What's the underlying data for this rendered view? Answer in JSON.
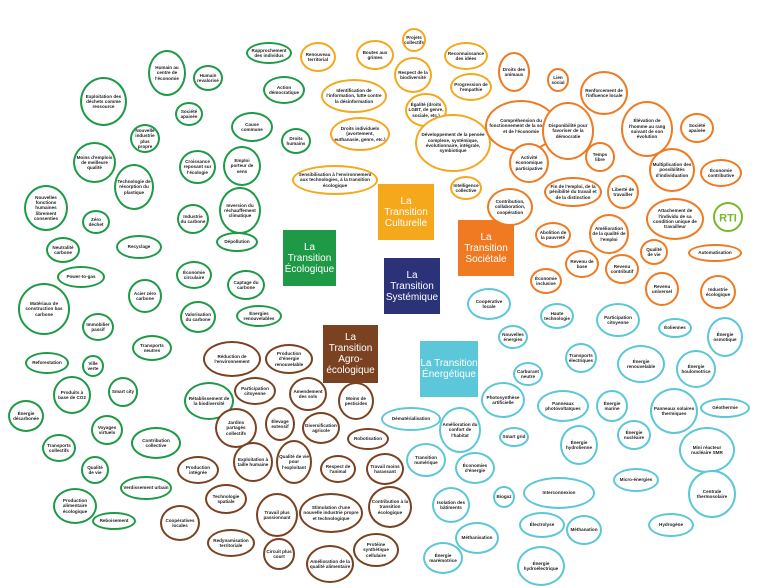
{
  "colors": {
    "ecologique": "#1e9a47",
    "culturelle": "#f5a81c",
    "societale": "#ef7a22",
    "systemique": "#2b3278",
    "agro": "#7a4221",
    "energetique": "#5cc7d8"
  },
  "categories": {
    "ecologique": "La Transition Écologique",
    "culturelle": "La Transition Culturelle",
    "societale": "La Transition Sociétale",
    "systemique": "La Transition Systémique",
    "agro": "La Transition Agro-écologique",
    "energetique": "La Transition Énergétique"
  },
  "logo": {
    "icon": "rti-logo",
    "text": "RTI"
  },
  "bubbles": [
    {
      "label": "Humain au centre de l'économie",
      "group": "ecologique"
    },
    {
      "label": "Humain revalorisé",
      "group": "ecologique"
    },
    {
      "label": "Exploitation des déchets comme ressource",
      "group": "ecologique"
    },
    {
      "label": "Société apaisée",
      "group": "ecologique"
    },
    {
      "label": "Nouvelle industrie plus propre",
      "group": "ecologique"
    },
    {
      "label": "Moins d'emplois de meilleure qualité",
      "group": "ecologique"
    },
    {
      "label": "Technologie de résorption du plastique",
      "group": "ecologique"
    },
    {
      "label": "Croissance reposant sur l'écologie",
      "group": "ecologique"
    },
    {
      "label": "Nouvelles fonctions humaines librement consenties",
      "group": "ecologique"
    },
    {
      "label": "Zéro déchet",
      "group": "ecologique"
    },
    {
      "label": "Industrie du carbone",
      "group": "ecologique"
    },
    {
      "label": "Inversion du réchauffement climatique",
      "group": "ecologique"
    },
    {
      "label": "Neutralité carbone",
      "group": "ecologique"
    },
    {
      "label": "Recyclage",
      "group": "ecologique"
    },
    {
      "label": "Dépollution",
      "group": "ecologique"
    },
    {
      "label": "Power-to-gas",
      "group": "ecologique"
    },
    {
      "label": "Économie circulaire",
      "group": "ecologique"
    },
    {
      "label": "Captage du carbone",
      "group": "ecologique"
    },
    {
      "label": "Matériaux de construction bas carbone",
      "group": "ecologique"
    },
    {
      "label": "Acier zéro carbone",
      "group": "ecologique"
    },
    {
      "label": "Immobilier passif",
      "group": "ecologique"
    },
    {
      "label": "Valorisation du carbone",
      "group": "ecologique"
    },
    {
      "label": "Énergies renouvelables",
      "group": "ecologique"
    },
    {
      "label": "Transports neutres",
      "group": "ecologique"
    },
    {
      "label": "Reforestation",
      "group": "ecologique"
    },
    {
      "label": "Ville verte",
      "group": "ecologique"
    },
    {
      "label": "Produits à base de CO2",
      "group": "ecologique"
    },
    {
      "label": "Smart city",
      "group": "ecologique"
    },
    {
      "label": "Rétablissement de la biodiversité",
      "group": "ecologique"
    },
    {
      "label": "Énergie décarbonée",
      "group": "ecologique"
    },
    {
      "label": "Voyages virtuels",
      "group": "ecologique"
    },
    {
      "label": "Transports collectifs",
      "group": "ecologique"
    },
    {
      "label": "Contribution collective",
      "group": "ecologique"
    },
    {
      "label": "Qualité de vie",
      "group": "ecologique"
    },
    {
      "label": "Verdissement urbain",
      "group": "ecologique"
    },
    {
      "label": "Production alimentaire écologique",
      "group": "ecologique"
    },
    {
      "label": "Reboisement",
      "group": "ecologique"
    },
    {
      "label": "Rapprochement des individus",
      "group": "ecologique"
    },
    {
      "label": "Action démocratique",
      "group": "ecologique"
    },
    {
      "label": "Cause commune",
      "group": "ecologique"
    },
    {
      "label": "Droits humains",
      "group": "ecologique"
    },
    {
      "label": "Emploi porteur de sens",
      "group": "ecologique"
    },
    {
      "label": "Renouveau territorial",
      "group": "culturelle"
    },
    {
      "label": "Boutes aux grimes",
      "group": "culturelle"
    },
    {
      "label": "Projets collectifs",
      "group": "culturelle"
    },
    {
      "label": "Reconnaissance des idées",
      "group": "culturelle"
    },
    {
      "label": "Respect de la biodiversité",
      "group": "culturelle"
    },
    {
      "label": "Identification de l'information, lutte contre la désinformation",
      "group": "culturelle"
    },
    {
      "label": "Progression de l'empathie",
      "group": "culturelle"
    },
    {
      "label": "Égalité (droits LGBT, de genre, sociale, etc.)",
      "group": "culturelle"
    },
    {
      "label": "Droits individuels (avortement, euthanasie, genre, etc.)",
      "group": "culturelle"
    },
    {
      "label": "Développement de la pensée complexe, systémique, évolutionnaire, intégrale, symbiotique",
      "group": "culturelle"
    },
    {
      "label": "Sensibilisation à l'environnement aux technologies, à la transition écologique",
      "group": "culturelle"
    },
    {
      "label": "Intelligence collective",
      "group": "culturelle"
    },
    {
      "label": "Droits des animaux",
      "group": "societale"
    },
    {
      "label": "Lien social",
      "group": "societale"
    },
    {
      "label": "Renforcement de l'influence locale",
      "group": "societale"
    },
    {
      "label": "Compréhension du fonctionnement de la société et de l'économie",
      "group": "societale"
    },
    {
      "label": "Disponibilité pour favoriser de la démocratie",
      "group": "societale"
    },
    {
      "label": "Élévation de l'homme au rang suivant de son évolution",
      "group": "societale"
    },
    {
      "label": "Société apaisée",
      "group": "societale"
    },
    {
      "label": "Activité économique participative",
      "group": "societale"
    },
    {
      "label": "Temps libre",
      "group": "societale"
    },
    {
      "label": "Multiplication des possibilités d'individuation",
      "group": "societale"
    },
    {
      "label": "Économie contributive",
      "group": "societale"
    },
    {
      "label": "Fin de l'emploi, de la pénibilité du travail et de la distinction",
      "group": "societale"
    },
    {
      "label": "Liberté de travailler",
      "group": "societale"
    },
    {
      "label": "Contribution, collaboration, coopération",
      "group": "societale"
    },
    {
      "label": "Attachement de l'individu de sa condition unique de travailleur",
      "group": "societale"
    },
    {
      "label": "Abolition de la pauvreté",
      "group": "societale"
    },
    {
      "label": "Amélioration de la qualité de l'emploi",
      "group": "societale"
    },
    {
      "label": "Qualité de vie",
      "group": "societale"
    },
    {
      "label": "Automatisation",
      "group": "societale"
    },
    {
      "label": "Revenu de base",
      "group": "societale"
    },
    {
      "label": "Revenu contributif",
      "group": "societale"
    },
    {
      "label": "Économie inclusive",
      "group": "societale"
    },
    {
      "label": "Revenu universel",
      "group": "societale"
    },
    {
      "label": "Industrie écologique",
      "group": "societale"
    },
    {
      "label": "Coopérative locale",
      "group": "energetique"
    },
    {
      "label": "Haute technologie",
      "group": "energetique"
    },
    {
      "label": "Participation citoyenne",
      "group": "energetique"
    },
    {
      "label": "Éoliennes",
      "group": "energetique"
    },
    {
      "label": "Énergie osmotique",
      "group": "energetique"
    },
    {
      "label": "Nouvelles énergies",
      "group": "energetique"
    },
    {
      "label": "Transports électriques",
      "group": "energetique"
    },
    {
      "label": "Énergie renouvelable",
      "group": "energetique"
    },
    {
      "label": "Énergie houlomotrice",
      "group": "energetique"
    },
    {
      "label": "Carburant neutre",
      "group": "energetique"
    },
    {
      "label": "Photosynthèse artificielle",
      "group": "energetique"
    },
    {
      "label": "Panneaux photovoltaïques",
      "group": "energetique"
    },
    {
      "label": "Énergie marine",
      "group": "energetique"
    },
    {
      "label": "Panneaux solaires thermiques",
      "group": "energetique"
    },
    {
      "label": "Géothermie",
      "group": "energetique"
    },
    {
      "label": "Dématérialisation",
      "group": "energetique"
    },
    {
      "label": "Amélioration du confort de l'habitat",
      "group": "energetique"
    },
    {
      "label": "Smart grid",
      "group": "energetique"
    },
    {
      "label": "Énergie hydrolienne",
      "group": "energetique"
    },
    {
      "label": "Énergie nucléaire",
      "group": "energetique"
    },
    {
      "label": "Mini réacteur nucléaire SMR",
      "group": "energetique"
    },
    {
      "label": "Transition numérique",
      "group": "energetique"
    },
    {
      "label": "Économies d'énergie",
      "group": "energetique"
    },
    {
      "label": "Interconnexion",
      "group": "energetique"
    },
    {
      "label": "Micro-énergies",
      "group": "energetique"
    },
    {
      "label": "Centrale thermosolaire",
      "group": "energetique"
    },
    {
      "label": "Isolation des bâtiments",
      "group": "energetique"
    },
    {
      "label": "Biogaz",
      "group": "energetique"
    },
    {
      "label": "Électrolyse",
      "group": "energetique"
    },
    {
      "label": "Méthanisation",
      "group": "energetique"
    },
    {
      "label": "Méthanation",
      "group": "energetique"
    },
    {
      "label": "Hydrogène",
      "group": "energetique"
    },
    {
      "label": "Énergie marémotrice",
      "group": "energetique"
    },
    {
      "label": "Énergie hydroélectrique",
      "group": "energetique"
    },
    {
      "label": "Production d'énergie renouvelable",
      "group": "agro"
    },
    {
      "label": "Réduction de l'environnement",
      "group": "agro"
    },
    {
      "label": "Participation citoyenne",
      "group": "agro"
    },
    {
      "label": "Amendement des sols",
      "group": "agro"
    },
    {
      "label": "Moins de pesticides",
      "group": "agro"
    },
    {
      "label": "Jardins partagés collectifs",
      "group": "agro"
    },
    {
      "label": "Élevage extensif",
      "group": "agro"
    },
    {
      "label": "Diversification agricole",
      "group": "agro"
    },
    {
      "label": "Robotisation",
      "group": "agro"
    },
    {
      "label": "Exploitation à taille humaine",
      "group": "agro"
    },
    {
      "label": "Qualité de vie pour l'exploitant",
      "group": "agro"
    },
    {
      "label": "Respect de l'animal",
      "group": "agro"
    },
    {
      "label": "Travail moins harassant",
      "group": "agro"
    },
    {
      "label": "Production intégrée",
      "group": "agro"
    },
    {
      "label": "Technologie spatiale",
      "group": "agro"
    },
    {
      "label": "Travail plus passionnant",
      "group": "agro"
    },
    {
      "label": "Stimulation d'une nouvelle industrie propre et technologique",
      "group": "agro"
    },
    {
      "label": "Contribution à la transition écologique",
      "group": "agro"
    },
    {
      "label": "Coopératives locales",
      "group": "agro"
    },
    {
      "label": "Redynamisation territoriale",
      "group": "agro"
    },
    {
      "label": "Protéine synthétique cellulaire",
      "group": "agro"
    },
    {
      "label": "Circuit plus court",
      "group": "agro"
    },
    {
      "label": "Amélioration de la qualité alimentaire",
      "group": "agro"
    }
  ]
}
